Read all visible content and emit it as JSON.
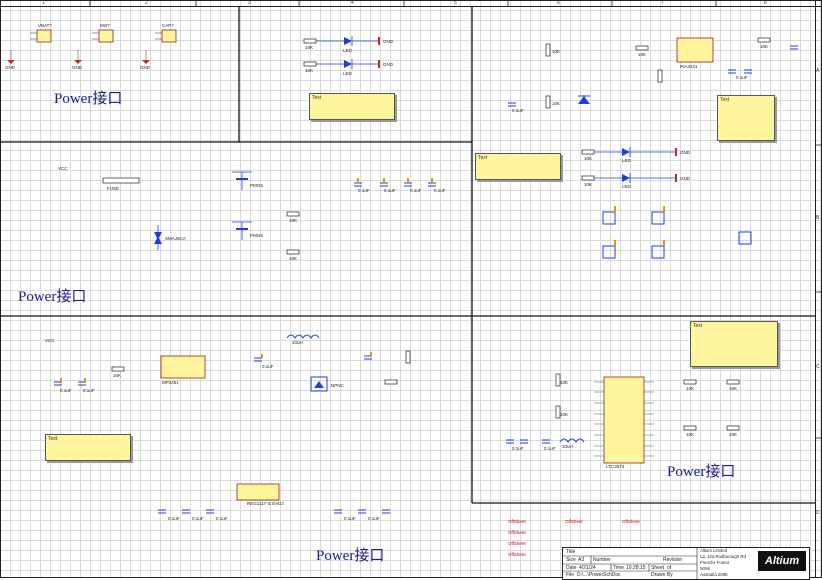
{
  "sections": {
    "top_left": "Power接口",
    "middle_left": "Power接口",
    "right_middle": "Power接口",
    "bottom_center": "Power接口"
  },
  "note_label": "Text",
  "columns": [
    "1",
    "2",
    "3",
    "4",
    "5",
    "6",
    "7",
    "8"
  ],
  "rows": [
    "A",
    "B",
    "C",
    "D"
  ],
  "labels": {
    "vbat": "VBAT?",
    "sw": "SW?",
    "cap": "CAP?",
    "gnd": "GND",
    "r10k": "10K",
    "led": "LED",
    "fuse": "FUSE",
    "pmos": "PMOS",
    "zener": "SMAJ5CA",
    "cap104": "0.1uF",
    "ic_mp": "MP2451",
    "ind": "10uH",
    "nmos": "NPNC",
    "regulator": "REG1117-3.3/ADJ",
    "ic_ltc": "LTC3873",
    "ic_ina": "INA3221",
    "vcc": "VCC"
  },
  "offsheet_ports": [
    "OffSheet",
    "OffSheet",
    "OffSheet",
    "OffSheet",
    "OffSheet",
    "OffSheet"
  ],
  "titleblock": {
    "title_label": "Title",
    "size_label": "Size",
    "size_value": "A3",
    "number_label": "Number",
    "revision_label": "Revision",
    "date_label": "Date",
    "date_value": "4/21/24",
    "time_label": "Time",
    "time_value": "10:28:15",
    "sheet_label": "Sheet",
    "sheet_value": "of",
    "file_label": "File",
    "file_value": "D:\\...\\PowerSchDoc",
    "drawn_label": "Drawn By",
    "company_lines": [
      "Altium Limited",
      "L3, 12a Rodborough Rd",
      "Frenchs Forest",
      "NSW",
      "Australia 2086"
    ],
    "logo": "Altium"
  }
}
